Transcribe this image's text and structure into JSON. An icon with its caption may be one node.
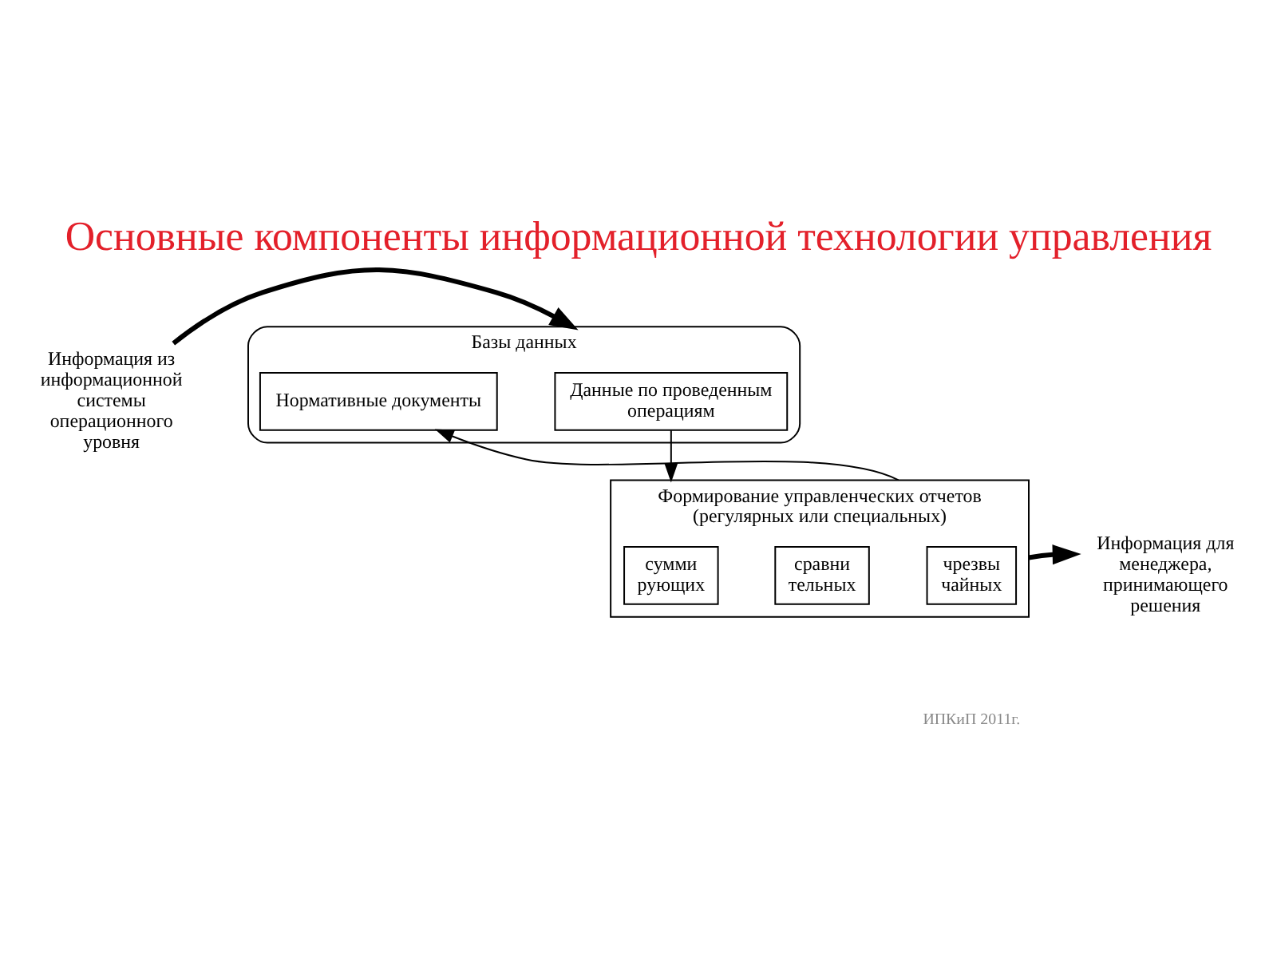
{
  "diagram": {
    "title": "Основные компоненты информационной технологии управления",
    "nodes": [
      {
        "text": [
          "Информация из информационной системы операционного уровня"
        ]
      },
      {
        "text": [
          "Базы данных"
        ]
      },
      {
        "text": [
          "Данные по проведенным операциям"
        ],
        "in": 1
      },
      {
        "text": [
          "Нормативные документы"
        ],
        "in": 1
      },
      {
        "text": [
          "Формирование управленческих отчетов (регулярных или специальных)"
        ]
      },
      {
        "text": [
          "сумми рующих"
        ],
        "in": 4
      },
      {
        "text": [
          "сравни тельных"
        ],
        "in": 4
      },
      {
        "text": [
          "чрезвы чайных"
        ],
        "in": 4
      },
      {
        "text": [
          "Информация для менеджера, принимающего решения"
        ]
      }
    ],
    "edges": [
      {
        "from": 0,
        "to": 1,
        "arrow": "to",
        "style": "thick"
      },
      {
        "from": 2,
        "to": 4,
        "arrow": "to"
      },
      {
        "from": 4,
        "to": 3,
        "arrow": "to"
      },
      {
        "from": 4,
        "to": 8,
        "arrow": "to",
        "style": "thick"
      }
    ],
    "labels": [
      "ИПКиП 2011г."
    ]
  }
}
